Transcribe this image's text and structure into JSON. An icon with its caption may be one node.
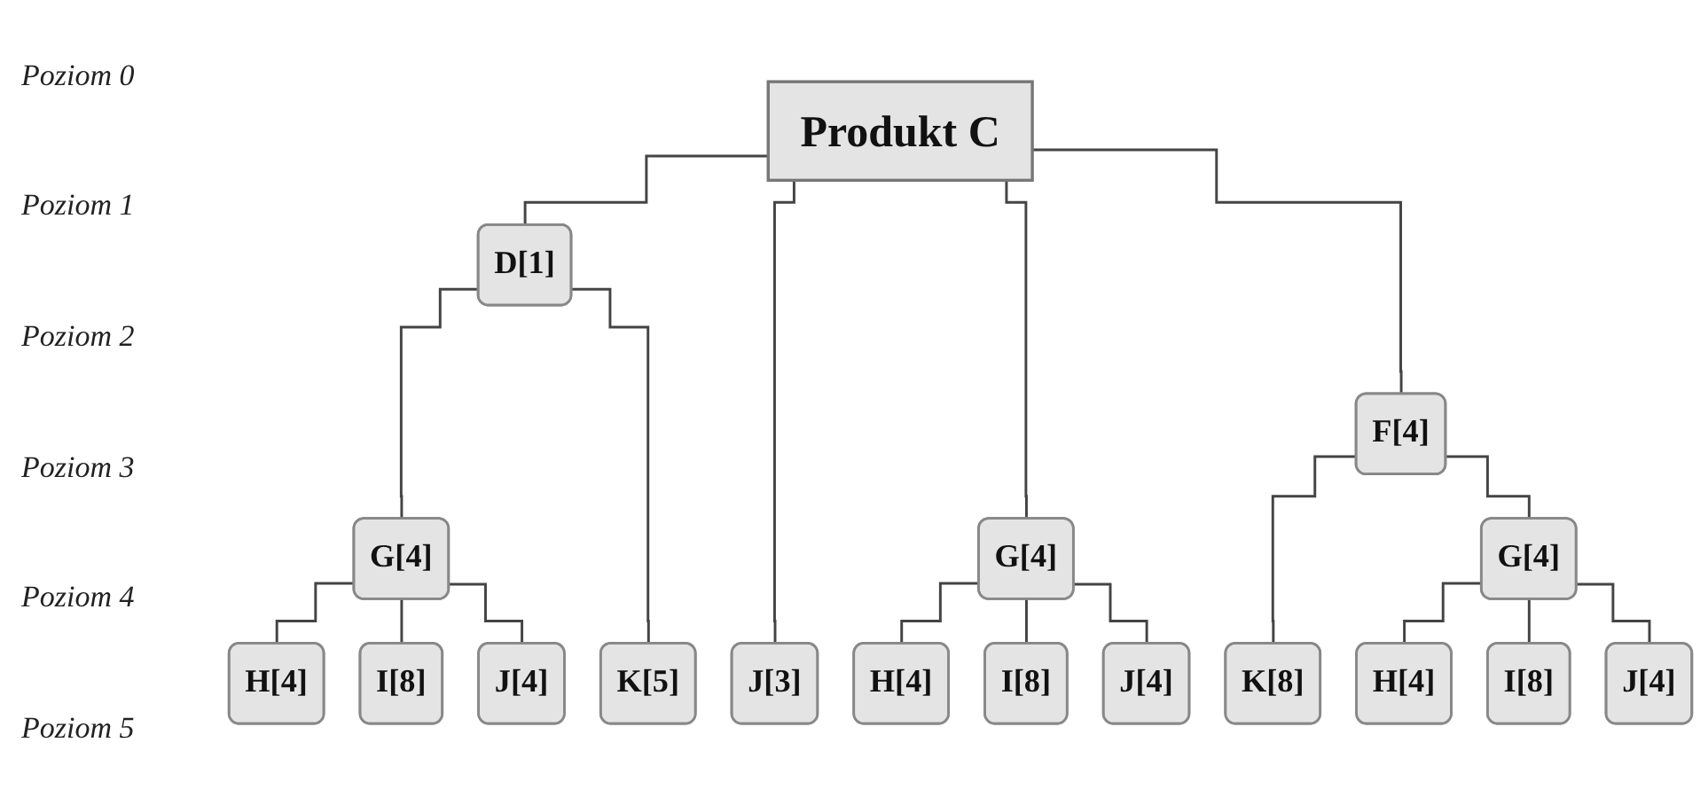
{
  "diagram": {
    "nodes": [
      {
        "text": [
          "Produkt C"
        ]
      },
      {
        "text": [
          "D[1]"
        ]
      },
      {
        "text": [
          "F[4]"
        ]
      },
      {
        "text": [
          "G[4]"
        ]
      },
      {
        "text": [
          "G[4]"
        ]
      },
      {
        "text": [
          "G[4]"
        ]
      },
      {
        "text": [
          "H[4]"
        ]
      },
      {
        "text": [
          "I[8]"
        ]
      },
      {
        "text": [
          "J[4]"
        ]
      },
      {
        "text": [
          "K[5]"
        ]
      },
      {
        "text": [
          "J[3]"
        ]
      },
      {
        "text": [
          "H[4]"
        ]
      },
      {
        "text": [
          "I[8]"
        ]
      },
      {
        "text": [
          "J[4]"
        ]
      },
      {
        "text": [
          "K[8]"
        ]
      },
      {
        "text": [
          "H[4]"
        ]
      },
      {
        "text": [
          "I[8]"
        ]
      },
      {
        "text": [
          "J[4]"
        ]
      }
    ],
    "edges": [
      {
        "from": 0,
        "to": 1,
        "arrow": "none"
      },
      {
        "from": 0,
        "to": 10,
        "arrow": "none"
      },
      {
        "from": 0,
        "to": 4,
        "arrow": "none"
      },
      {
        "from": 0,
        "to": 2,
        "arrow": "none"
      },
      {
        "from": 1,
        "to": 3,
        "arrow": "none"
      },
      {
        "from": 1,
        "to": 9,
        "arrow": "none"
      },
      {
        "from": 3,
        "to": 6,
        "arrow": "none"
      },
      {
        "from": 3,
        "to": 7,
        "arrow": "none"
      },
      {
        "from": 3,
        "to": 8,
        "arrow": "none"
      },
      {
        "from": 4,
        "to": 11,
        "arrow": "none"
      },
      {
        "from": 4,
        "to": 12,
        "arrow": "none"
      },
      {
        "from": 4,
        "to": 13,
        "arrow": "none"
      },
      {
        "from": 2,
        "to": 14,
        "arrow": "none"
      },
      {
        "from": 2,
        "to": 5,
        "arrow": "none"
      },
      {
        "from": 5,
        "to": 15,
        "arrow": "none"
      },
      {
        "from": 5,
        "to": 16,
        "arrow": "none"
      },
      {
        "from": 5,
        "to": 17,
        "arrow": "none"
      }
    ],
    "labels": [
      "Poziom 0",
      "Poziom 1",
      "Poziom 2",
      "Poziom 3",
      "Poziom 4",
      "Poziom 5"
    ]
  }
}
